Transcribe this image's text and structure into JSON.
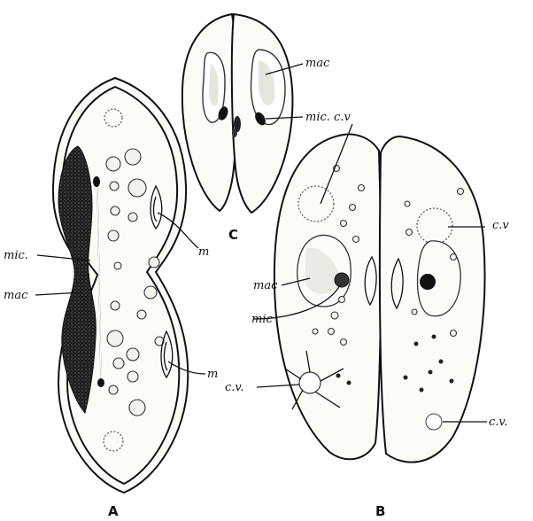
{
  "panels": {
    "A": {
      "caption": "A",
      "labels": {
        "mic": "mic.",
        "mac": "mac",
        "m_upper": "m",
        "m_lower": "m"
      }
    },
    "B": {
      "caption": "B",
      "labels": {
        "cv_top": "c.v",
        "mac": "mac",
        "mic": "mic",
        "cv_left": "c.v.",
        "cv_bottom": "c.v."
      }
    },
    "C": {
      "caption": "C",
      "labels": {
        "mac": "mac",
        "mic_cv": "mic. c.v"
      }
    }
  }
}
